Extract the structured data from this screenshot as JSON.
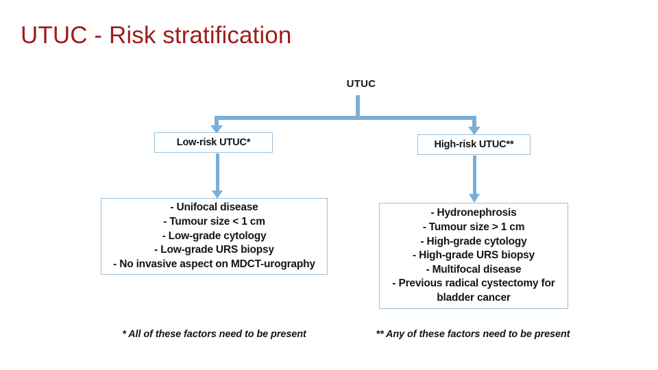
{
  "slide": {
    "title": "UTUC - Risk stratification",
    "title_color": "#9E1B1B",
    "background_color": "#FFFFFF",
    "connector_color": "#7BAED6",
    "box_border_color": "#9DBFD8",
    "text_color": "#141414"
  },
  "diagram": {
    "type": "flowchart",
    "root": {
      "label": "UTUC"
    },
    "branches": [
      {
        "id": "low-risk",
        "header": "Low-risk UTUC*",
        "criteria": [
          "- Unifocal disease",
          "- Tumour size < 1 cm",
          "- Low-grade cytology",
          "- Low-grade URS biopsy",
          "- No invasive aspect on MDCT-urography"
        ],
        "footnote": "* All of these factors need to be present"
      },
      {
        "id": "high-risk",
        "header": "High-risk UTUC**",
        "criteria": [
          "- Hydronephrosis",
          "- Tumour size > 1 cm",
          "- High-grade cytology",
          "- High-grade URS biopsy",
          "- Multifocal disease",
          "- Previous radical cystectomy for bladder cancer"
        ],
        "footnote": "** Any of these factors need to be present"
      }
    ]
  }
}
